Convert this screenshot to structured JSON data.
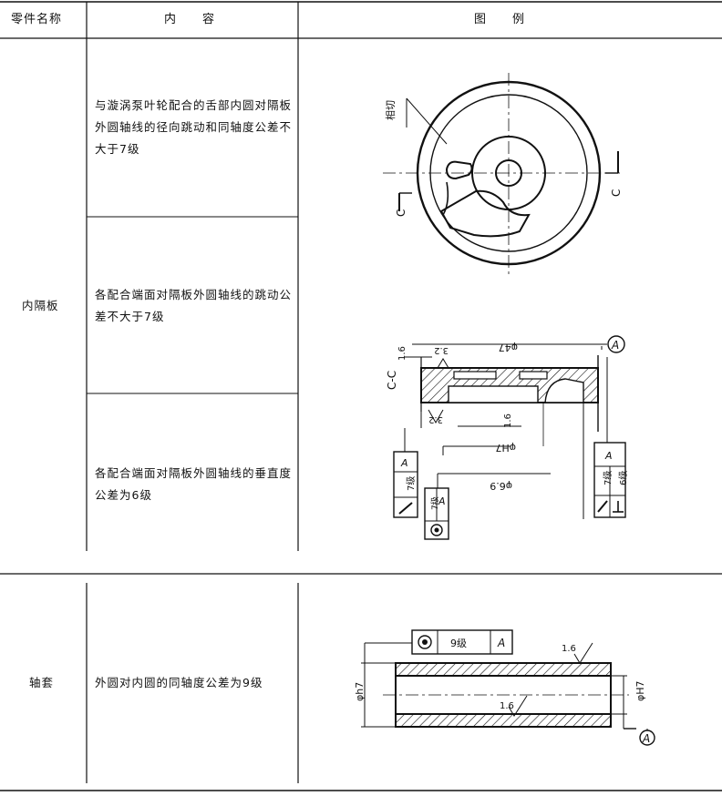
{
  "header": {
    "col1": "零件名称",
    "col2": "内　　容",
    "col3": "图　　例"
  },
  "rows": [
    {
      "part": "内隔板",
      "items": [
        "与漩涡泵叶轮配合的舌部内圆对隔板外圆轴线的径向跳动和同轴度公差不大于7级",
        "各配合端面对隔板外圆轴线的跳动公差不大于7级",
        "各配合端面对隔板外圆轴线的垂直度公差为6级"
      ]
    },
    {
      "part": "轴套",
      "items": [
        "外圆对内圆的同轴度公差为9级"
      ]
    }
  ],
  "fig1": {
    "tangent": "相切",
    "section_left": "C",
    "section_right": "C",
    "section_name": "C-C",
    "rough_16": "1.6",
    "rough_32": "3.2",
    "rough_32b": "3.2",
    "rough_16b": "1.6",
    "dia_h7_top": "φ47",
    "dia_h7_mid": "φH7",
    "dia_h9": "φ6.9",
    "datum": "A",
    "fcf_left1_grade": "7级",
    "fcf_left1_datum": "A",
    "fcf_left2_grade": "7级",
    "fcf_left2_datum": "A",
    "fcf_right_g1": "7级",
    "fcf_right_g2": "6级",
    "fcf_right_datum": "A"
  },
  "fig2": {
    "fcf_grade": "9级",
    "fcf_datum": "A",
    "rough_top": "1.6",
    "rough_mid": "1.6",
    "dia_left": "φh7",
    "dia_right": "φH7",
    "datum": "A"
  }
}
